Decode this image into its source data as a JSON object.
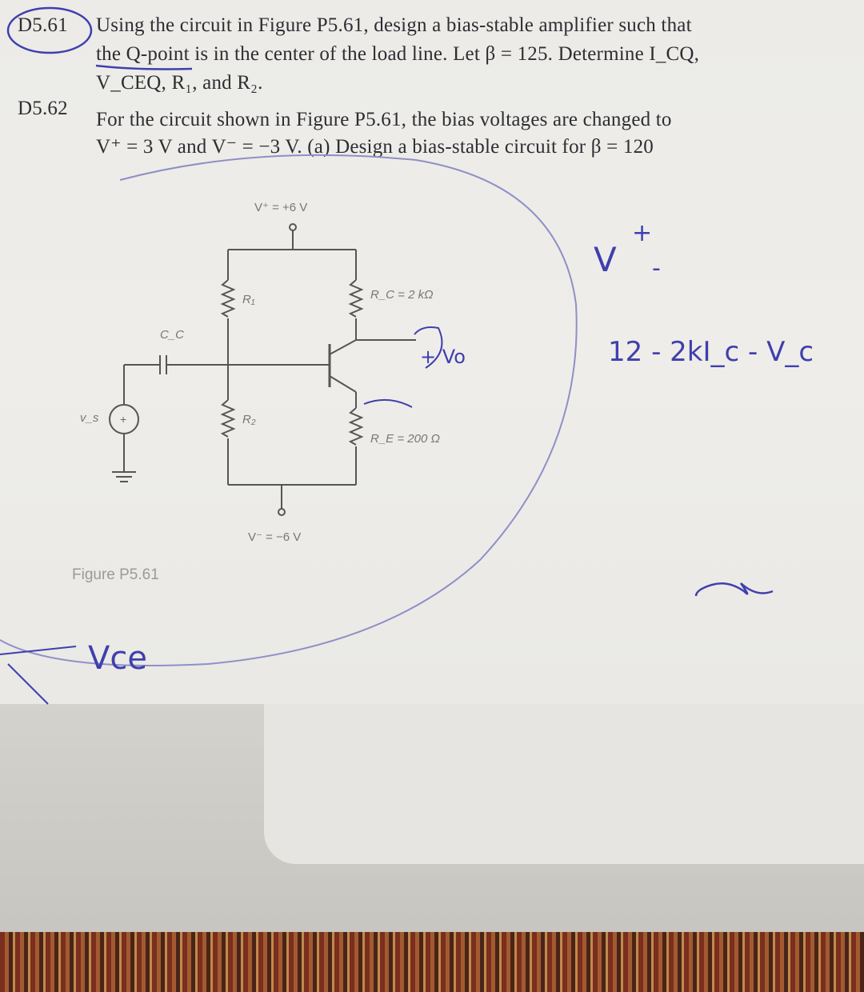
{
  "problems": [
    {
      "number": "D5.61",
      "lines": [
        "Using the circuit in Figure P5.61, design a bias-stable amplifier such that",
        "the Q-point is in the center of the load line. Let β = 125. Determine I_CQ,",
        "V_CEQ, R₁, and R₂."
      ]
    },
    {
      "number": "D5.62",
      "lines": [
        "For the circuit shown in Figure P5.61, the bias voltages are changed to",
        "V⁺ = 3 V and V⁻ = −3 V. (a) Design a bias-stable circuit for β = 120"
      ]
    }
  ],
  "figure": {
    "label": "Figure P5.61",
    "vplus": "V⁺ = +6 V",
    "vminus": "V⁻ = −6 V",
    "rc": "R_C = 2 kΩ",
    "re": "R_E = 200 Ω",
    "r1": "R₁",
    "r2": "R₂",
    "cc": "C_C",
    "vs": "v_s"
  },
  "handwriting": {
    "vo": "+ Vo",
    "v_pm_top": "+",
    "v_pm_mid": "V",
    "v_pm_minus": "-",
    "equation": "12 - 2kI_c - V_c",
    "vce": "Vce"
  },
  "colors": {
    "ink": "#3f3fae",
    "print": "#2d2d33"
  }
}
